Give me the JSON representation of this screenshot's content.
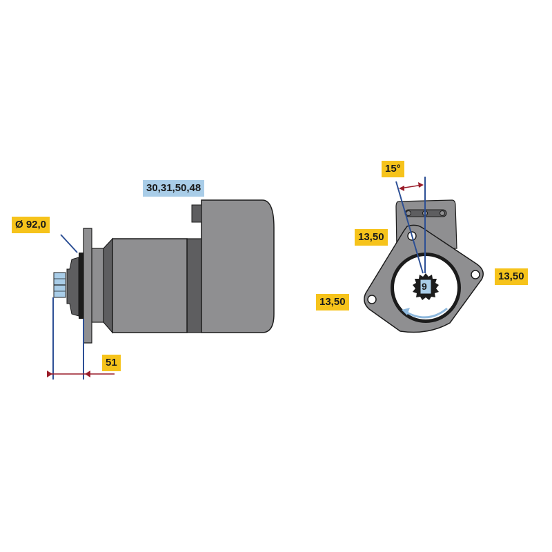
{
  "colors": {
    "body_gray": "#8f8f91",
    "dark_gray": "#5e5e60",
    "outline": "#1c1c1c",
    "dimension_line": "#2c4f95",
    "arrow": "#9a1d2a",
    "label_yellow": "#f6c31b",
    "label_blue": "#a9cde8",
    "pinion_blue": "#a9cde8",
    "rotation_arrow": "#8fb9dd"
  },
  "side_view": {
    "terminal_label": "30,31,50,48",
    "flange_diameter_label": "Ø 92,0",
    "pinion_offset_label": "51"
  },
  "front_view": {
    "angle_label": "15°",
    "hole_label_upper_left": "13,50",
    "hole_label_right": "13,50",
    "hole_label_lower_left": "13,50",
    "pinion_teeth": "9"
  }
}
